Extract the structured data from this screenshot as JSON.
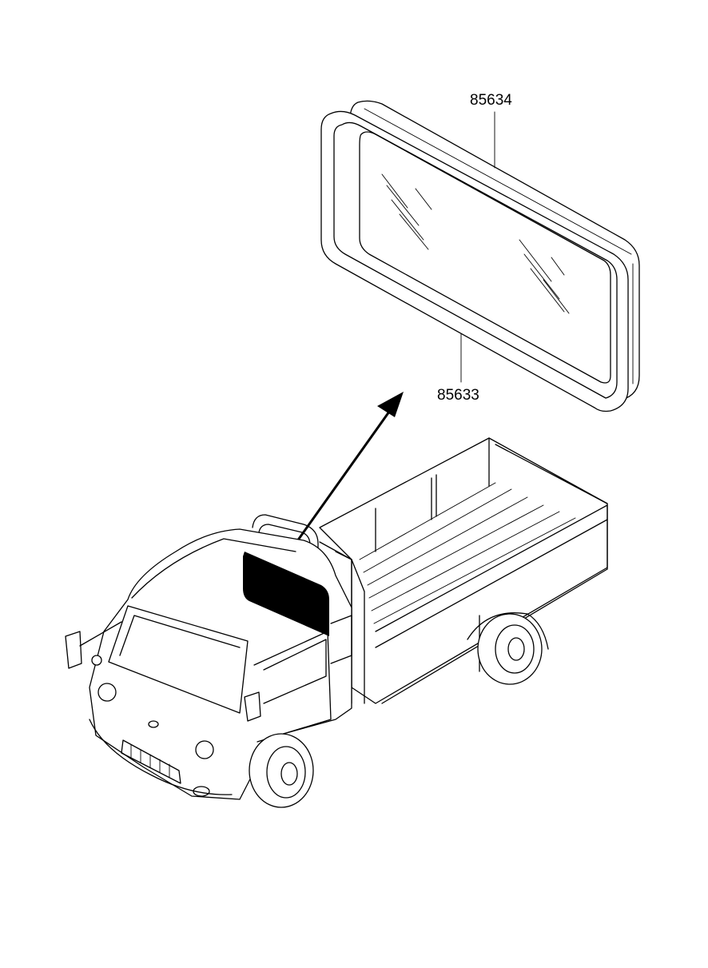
{
  "parts": [
    {
      "id": "glass",
      "number": "85634"
    },
    {
      "id": "weatherstrip",
      "number": "85633"
    }
  ]
}
